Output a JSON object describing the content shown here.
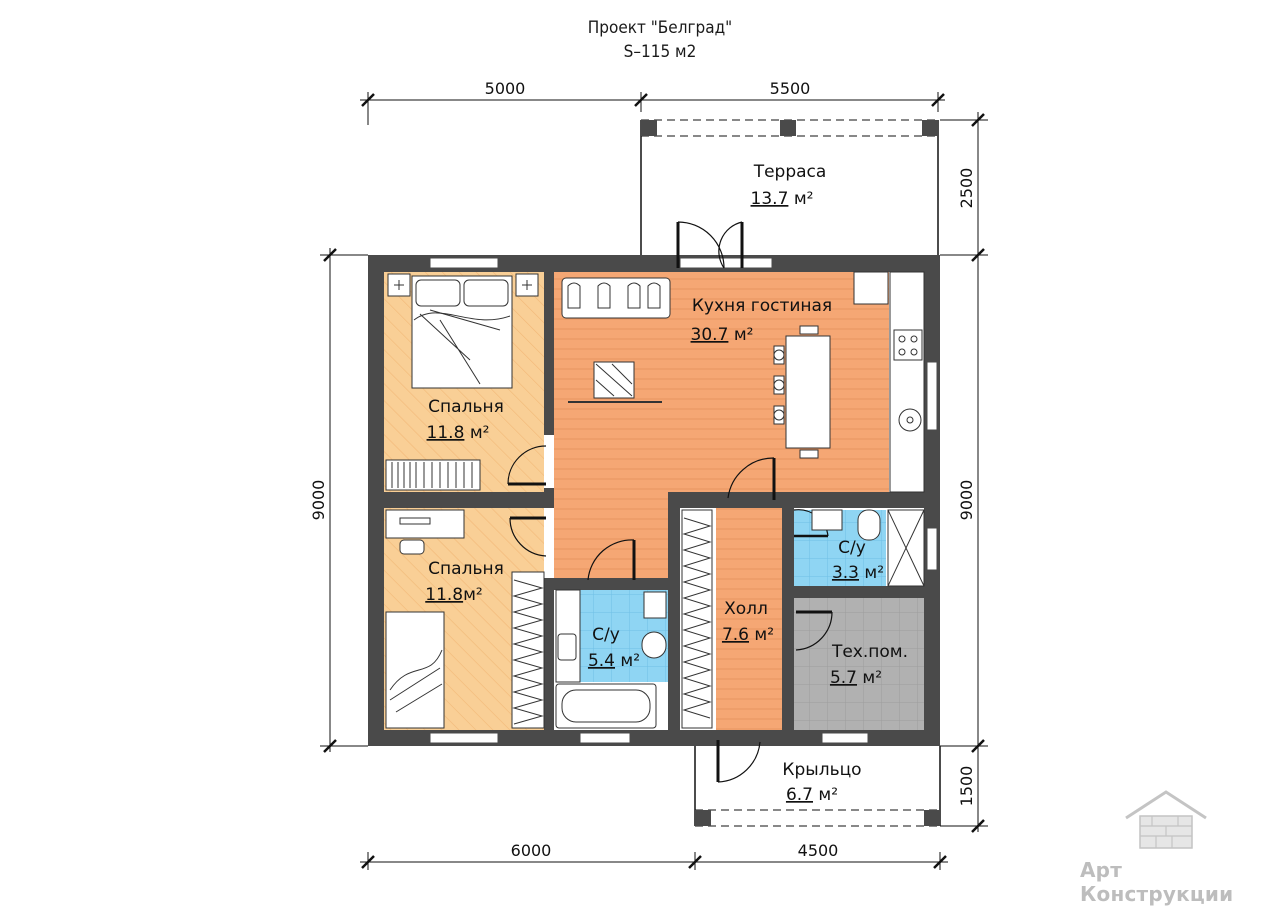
{
  "header": {
    "title": "Проект \"Белград\"",
    "area": "S–115 м2"
  },
  "rooms": [
    {
      "id": "terrace",
      "name": "Терраса",
      "area": "13.7",
      "unit": "м²"
    },
    {
      "id": "kitchen",
      "name": "Кухня гостиная",
      "area": "30.7",
      "unit": "м²"
    },
    {
      "id": "bedroom1",
      "name": "Спальня",
      "area": "11.8",
      "unit": "м²"
    },
    {
      "id": "bedroom2",
      "name": "Спальня",
      "area": "11.8",
      "unit": "м²"
    },
    {
      "id": "bath1",
      "name": "С/у",
      "area": "5.4",
      "unit": "м²"
    },
    {
      "id": "hall",
      "name": "Холл",
      "area": "7.6",
      "unit": "м²"
    },
    {
      "id": "bath2",
      "name": "С/у",
      "area": "3.3",
      "unit": "м²"
    },
    {
      "id": "tech",
      "name": "Тех.пом.",
      "area": "5.7",
      "unit": "м²"
    },
    {
      "id": "porch",
      "name": "Крыльцо",
      "area": "6.7",
      "unit": "м²"
    }
  ],
  "dimensions": {
    "top_left": "5000",
    "top_right": "5500",
    "bottom_left": "6000",
    "bottom_right": "4500",
    "left": "9000",
    "right_main": "9000",
    "right_top": "2500",
    "right_bottom": "1500"
  },
  "brand": "Арт Конструкции",
  "colors": {
    "wall": "#4a4a4a",
    "kitchen_floor": "#f5a774",
    "bedroom_floor": "#f9cf96",
    "bath_floor": "#8fd5f3",
    "tech_floor": "#b1b1b1"
  }
}
